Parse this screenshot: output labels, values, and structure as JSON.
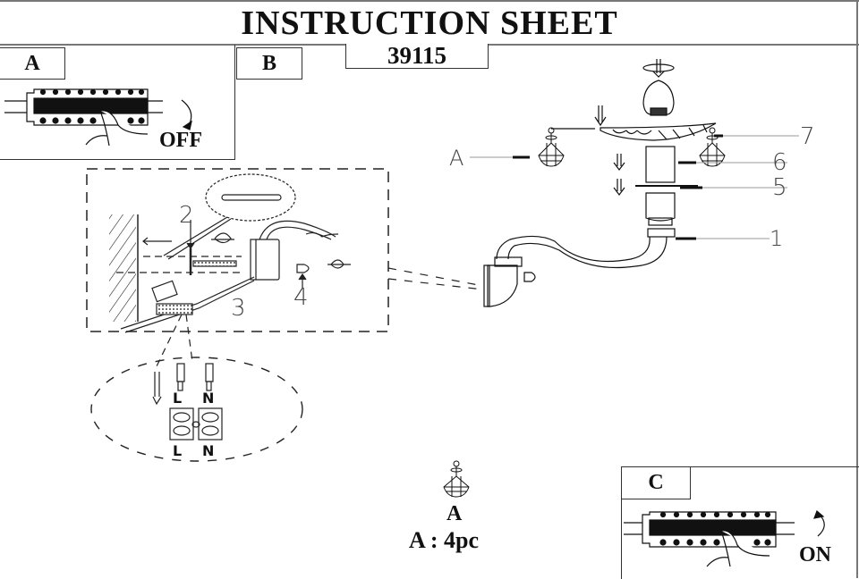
{
  "header": {
    "title": "INSTRUCTION SHEET",
    "model_number": "39115"
  },
  "steps": [
    {
      "id": "A",
      "label": "A",
      "action_text": "OFF",
      "description": "switch-breaker-off"
    },
    {
      "id": "B",
      "label": "B",
      "description": "wall-mount-and-assembly"
    },
    {
      "id": "C",
      "label": "C",
      "action_text": "ON",
      "description": "switch-breaker-on"
    }
  ],
  "wiring": {
    "terminal_top_labels": [
      "L",
      "N"
    ],
    "terminal_bottom_labels": [
      "L",
      "N"
    ]
  },
  "mounting_callouts": [
    "2",
    "3",
    "4"
  ],
  "assembly_callouts": {
    "crystal": "A",
    "part_7": "7",
    "part_6": "6",
    "part_5": "5",
    "part_1": "1"
  },
  "parts_list": {
    "item_label": "A",
    "quantity_text": "A : 4pc"
  },
  "colors": {
    "line": "#111111",
    "frame": "#777777",
    "callout_text": "#444444"
  }
}
